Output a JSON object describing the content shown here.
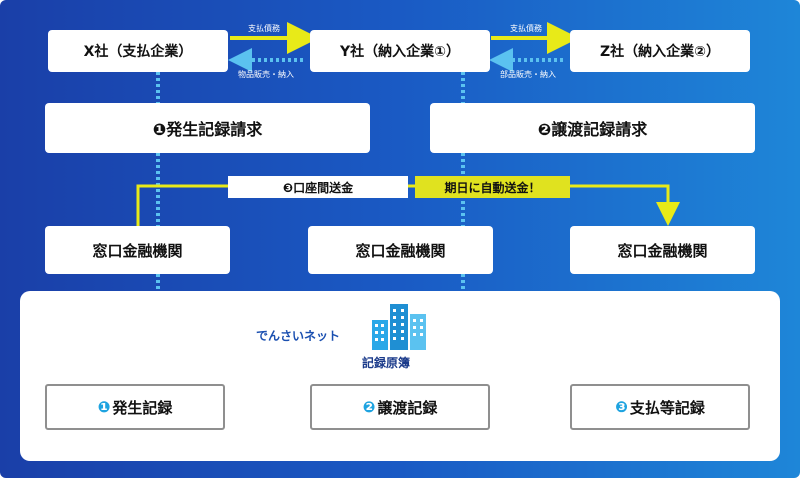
{
  "companies": {
    "x": "X社（支払企業）",
    "y": "Y社（納入企業①）",
    "z": "Z社（納入企業②）"
  },
  "flows": {
    "x_to_y_top": "支払債務",
    "y_to_x_bottom": "物品販売・納入",
    "y_to_z_top": "支払債務",
    "z_to_y_bottom": "部品販売・納入"
  },
  "requests": {
    "issue": "❶発生記録請求",
    "transfer": "❷譲渡記録請求"
  },
  "transfer": {
    "account_label": "❸口座間送金",
    "auto_label": "期日に自動送金！"
  },
  "banks": {
    "left": "窓口金融機関",
    "center": "窓口金融機関",
    "right": "窓口金融機関"
  },
  "network": {
    "brand": "でんさいネット",
    "ledger_label": "記録原簿"
  },
  "records": [
    {
      "num": "❶",
      "label": "発生記録"
    },
    {
      "num": "❷",
      "label": "譲渡記録"
    },
    {
      "num": "❸",
      "label": "支払等記録"
    }
  ],
  "colors": {
    "bg_left": "#1a3fa8",
    "bg_right": "#1e86d8",
    "flow_arrow": "#e8ea18",
    "auto_tag": "#e0e21f",
    "dotted_blue": "#5bc2f0",
    "record_arrow": "#2aa8e8",
    "record_number": "#1ea3e0",
    "building": "#2aa8e8"
  },
  "icons": {
    "building": "building-icon",
    "flow_arrow": "arrow-right-icon",
    "dotted_arrow": "arrow-down-icon"
  }
}
